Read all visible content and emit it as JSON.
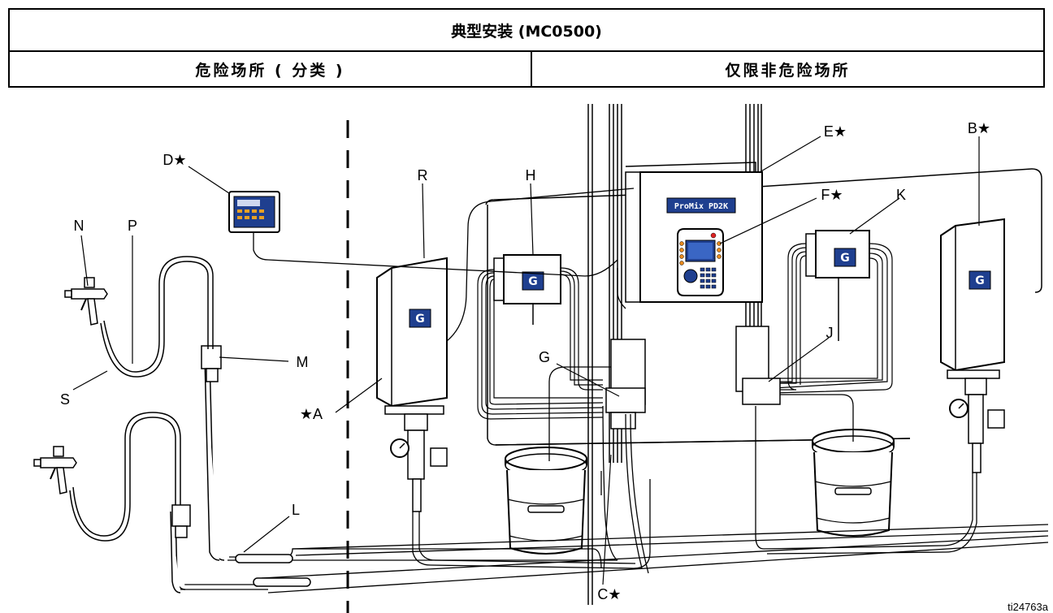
{
  "header": {
    "title": "典型安装 (MC0500)",
    "zone_left": "危险场所 ( 分类 )",
    "zone_right": "仅限非危险场所"
  },
  "labels": {
    "A": "★A",
    "B": "B★",
    "C": "C★",
    "D": "D★",
    "E": "E★",
    "F": "F★",
    "G": "G",
    "H": "H",
    "J": "J",
    "K": "K",
    "L": "L",
    "M": "M",
    "N": "N",
    "P": "P",
    "R": "R",
    "S": "S"
  },
  "panel_text": "ProMix PD2K",
  "figure_ref": "ti24763a"
}
